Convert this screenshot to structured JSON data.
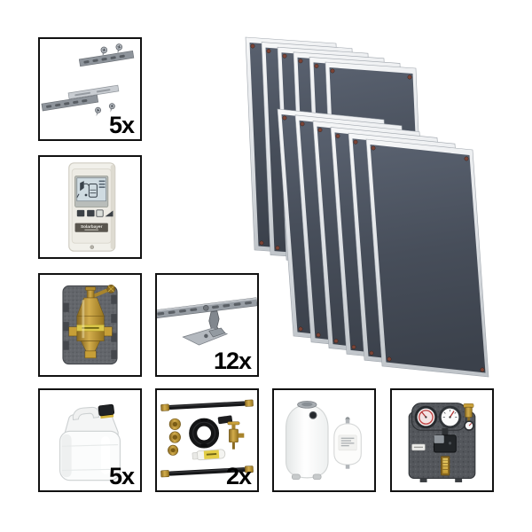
{
  "kit": {
    "boxes": [
      {
        "id": "roof-rail-connector-set",
        "depicts": "two slotted mounting rails joined by a flat connector with four screws",
        "qty_label": "5x"
      },
      {
        "id": "solar-controller",
        "depicts": "wall-mounted solar controller with LCD display and buttons",
        "brand_label": "Solarbayer"
      },
      {
        "id": "air-separator",
        "depicts": "brass air separator inside grey insulation shell with top valve"
      },
      {
        "id": "solar-fluid-canister",
        "depicts": "white plastic canister with black cap",
        "qty_label": "5x"
      },
      {
        "id": "mounting-rail-roof-hook",
        "depicts": "slotted mounting rail with roof hook bracket",
        "qty_label": "12x"
      },
      {
        "id": "connection-hose-set",
        "depicts": "flexible hoses, brass fittings, coiled hose, valve and paste tube",
        "qty_label": "2x"
      },
      {
        "id": "expansion-vessels",
        "depicts": "large and small white expansion vessels"
      },
      {
        "id": "solar-pump-station",
        "depicts": "insulated pump station with two gauges, safety valve, pump and flow meter"
      }
    ],
    "collectors": {
      "back_count": 6,
      "front_count": 6,
      "total_visible": 12,
      "depicts": "two staggered rows of flat-plate solar collectors with silver frames and dark absorbers"
    }
  },
  "colors": {
    "background": "#ffffff",
    "box_border": "#111111",
    "qty_text": "#000000",
    "absorber": "#474e5a",
    "frame_silver": "#dfe2e6",
    "copper_fitting": "#7b4336",
    "brass": "#c9a13a",
    "insulation_grey": "#54575c",
    "lcd_blue": "#cfdbe1",
    "band_yellow": "#dcc84a"
  }
}
